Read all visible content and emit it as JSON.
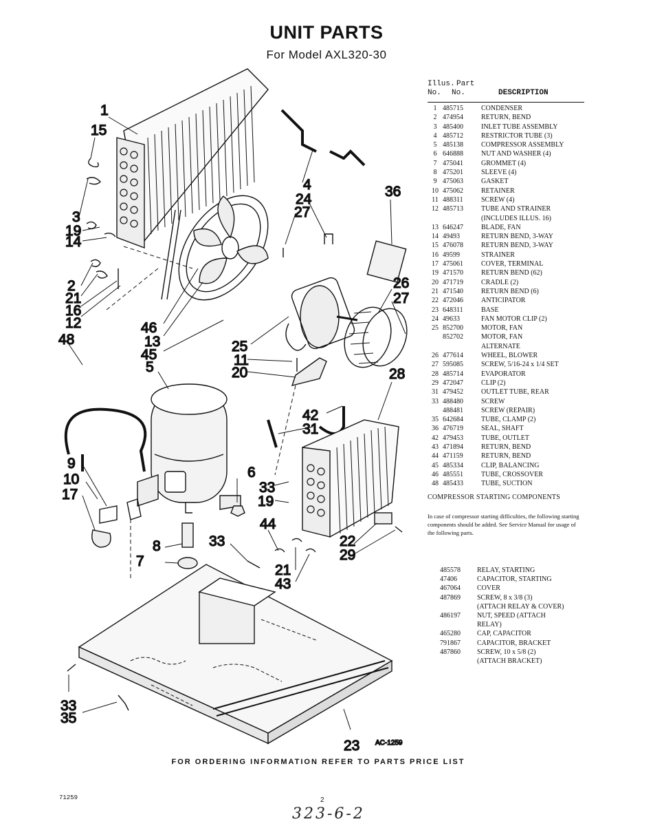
{
  "header": {
    "title": "UNIT PARTS",
    "subtitle": "For Model AXL320-30"
  },
  "parts_header": {
    "illus": "Illus.",
    "part": "Part",
    "no1": "No.",
    "no2": "No.",
    "description": "DESCRIPTION"
  },
  "parts": [
    {
      "no": "1",
      "part": "485715",
      "desc": "CONDENSER"
    },
    {
      "no": "2",
      "part": "474954",
      "desc": "RETURN, BEND"
    },
    {
      "no": "3",
      "part": "485400",
      "desc": "INLET TUBE ASSEMBLY"
    },
    {
      "no": "4",
      "part": "485712",
      "desc": "RESTRICTOR TUBE (3)"
    },
    {
      "no": "5",
      "part": "485138",
      "desc": "COMPRESSOR ASSEMBLY"
    },
    {
      "no": "6",
      "part": "646888",
      "desc": "NUT AND WASHER (4)"
    },
    {
      "no": "7",
      "part": "475041",
      "desc": "GROMMET (4)"
    },
    {
      "no": "8",
      "part": "475201",
      "desc": "SLEEVE (4)"
    },
    {
      "no": "9",
      "part": "475063",
      "desc": "GASKET"
    },
    {
      "no": "10",
      "part": "475062",
      "desc": "RETAINER"
    },
    {
      "no": "11",
      "part": "488311",
      "desc": "SCREW (4)"
    },
    {
      "no": "12",
      "part": "485713",
      "desc": "TUBE AND STRAINER"
    },
    {
      "no": "",
      "part": "",
      "desc": "(INCLUDES ILLUS. 16)"
    },
    {
      "no": "13",
      "part": "646247",
      "desc": "BLADE, FAN"
    },
    {
      "no": "14",
      "part": "49493",
      "desc": "RETURN BEND, 3-WAY"
    },
    {
      "no": "15",
      "part": "476078",
      "desc": "RETURN BEND, 3-WAY"
    },
    {
      "no": "16",
      "part": "49599",
      "desc": "STRAINER"
    },
    {
      "no": "17",
      "part": "475061",
      "desc": "COVER, TERMINAL"
    },
    {
      "no": "19",
      "part": "471570",
      "desc": "RETURN BEND (62)"
    },
    {
      "no": "20",
      "part": "471719",
      "desc": "CRADLE (2)"
    },
    {
      "no": "21",
      "part": "471540",
      "desc": "RETURN BEND (6)"
    },
    {
      "no": "22",
      "part": "472046",
      "desc": "ANTICIPATOR"
    },
    {
      "no": "23",
      "part": "648311",
      "desc": "BASE"
    },
    {
      "no": "24",
      "part": "49633",
      "desc": "FAN MOTOR CLIP (2)"
    },
    {
      "no": "25",
      "part": "852700",
      "desc": "MOTOR, FAN"
    },
    {
      "no": "",
      "part": "852702",
      "desc": "MOTOR, FAN"
    },
    {
      "no": "",
      "part": "",
      "desc": "ALTERNATE"
    },
    {
      "no": "26",
      "part": "477614",
      "desc": "WHEEL, BLOWER"
    },
    {
      "no": "27",
      "part": "595085",
      "desc": "SCREW, 5/16-24 x 1/4 SET"
    },
    {
      "no": "28",
      "part": "485714",
      "desc": "EVAPORATOR"
    },
    {
      "no": "29",
      "part": "472047",
      "desc": "CLIP (2)"
    },
    {
      "no": "31",
      "part": "479452",
      "desc": "OUTLET TUBE, REAR"
    },
    {
      "no": "33",
      "part": "488480",
      "desc": "SCREW"
    },
    {
      "no": "",
      "part": "488481",
      "desc": "SCREW (REPAIR)"
    },
    {
      "no": "35",
      "part": "642684",
      "desc": "TUBE, CLAMP (2)"
    },
    {
      "no": "36",
      "part": "476719",
      "desc": "SEAL, SHAFT"
    },
    {
      "no": "42",
      "part": "479453",
      "desc": "TUBE, OUTLET"
    },
    {
      "no": "43",
      "part": "471894",
      "desc": "RETURN, BEND"
    },
    {
      "no": "44",
      "part": "471159",
      "desc": "RETURN, BEND"
    },
    {
      "no": "45",
      "part": "485334",
      "desc": "CLIP, BALANCING"
    },
    {
      "no": "46",
      "part": "485551",
      "desc": "TUBE, CROSSOVER"
    },
    {
      "no": "48",
      "part": "485433",
      "desc": "TUBE, SUCTION"
    }
  ],
  "compressor": {
    "heading": "COMPRESSOR STARTING COMPONENTS",
    "note": "In case of compressor starting difficulties, the following starting components should be added. See Service Manual for usage of the following parts.",
    "items": [
      {
        "part": "485578",
        "desc": "RELAY, STARTING"
      },
      {
        "part": "47406",
        "desc": "CAPACITOR, STARTING"
      },
      {
        "part": "467064",
        "desc": "COVER"
      },
      {
        "part": "487869",
        "desc": "SCREW, 8 x 3/8 (3)"
      },
      {
        "part": "",
        "desc": "(ATTACH RELAY & COVER)"
      },
      {
        "part": "486197",
        "desc": "NUT, SPEED (ATTACH"
      },
      {
        "part": "",
        "desc": "RELAY)"
      },
      {
        "part": "465280",
        "desc": "CAP, CAPACITOR"
      },
      {
        "part": "791867",
        "desc": "CAPACITOR, BRACKET"
      },
      {
        "part": "487860",
        "desc": "SCREW, 10 x 5/8 (2)"
      },
      {
        "part": "",
        "desc": "(ATTACH BRACKET)"
      }
    ]
  },
  "diagram": {
    "ac_code": "AC-1259",
    "callouts": [
      "1",
      "15",
      "3",
      "19",
      "14",
      "2",
      "21",
      "16",
      "12",
      "48",
      "4",
      "24",
      "27",
      "36",
      "26",
      "27",
      "46",
      "13",
      "45",
      "25",
      "11",
      "20",
      "5",
      "28",
      "42",
      "31",
      "9",
      "10",
      "17",
      "6",
      "33",
      "19",
      "44",
      "8",
      "33",
      "7",
      "22",
      "29",
      "21",
      "43",
      "33",
      "35",
      "23"
    ]
  },
  "footer": {
    "ordering": "FOR ORDERING INFORMATION REFER TO PARTS PRICE LIST",
    "code": "71259",
    "page": "2",
    "handwritten": "323-6-2"
  }
}
